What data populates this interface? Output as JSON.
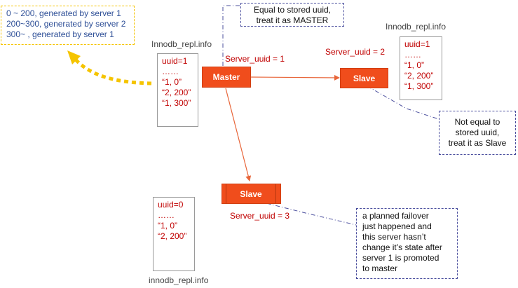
{
  "notes": {
    "range_note": [
      "0 ~ 200, generated by server 1",
      "200~300, generated by server 2",
      "300~ , generated by server 1"
    ],
    "master_note": [
      "Equal to stored uuid,",
      "treat it as MASTER"
    ],
    "slave_note": [
      "Not equal to",
      "stored uuid,",
      "treat it as Slave"
    ],
    "failover_note": [
      "a planned failover",
      "just happened and",
      "this server hasn’t",
      "change it’s state after",
      "server 1 is promoted",
      "to master"
    ]
  },
  "info_boxes": {
    "master": {
      "title": "Innodb_repl.info",
      "lines": [
        "uuid=1",
        "……",
        "“1, 0”",
        "“2, 200”",
        "“1, 300”"
      ]
    },
    "slave_right": {
      "title": "Innodb_repl.info",
      "lines": [
        "uuid=1",
        "……",
        "“1, 0”",
        "“2, 200”",
        "“1, 300”"
      ]
    },
    "slave_bottom": {
      "title": "innodb_repl.info",
      "lines": [
        "uuid=0",
        "……",
        "“1, 0”",
        "“2, 200”"
      ]
    }
  },
  "nodes": {
    "master": {
      "label": "Master",
      "server_uuid": "Server_uuid = 1"
    },
    "slave_right": {
      "label": "Slave",
      "server_uuid": "Server_uuid = 2"
    },
    "slave_bottom": {
      "label": "Slave",
      "server_uuid": "Server_uuid = 3"
    }
  },
  "colors": {
    "node_fill": "#f04d1c",
    "uuid_text": "#c00000",
    "arrow_line": "#e8663a",
    "callout_line": "#4b4f9e",
    "highlight_arrow": "#f5c400",
    "range_text": "#2e4f97"
  }
}
